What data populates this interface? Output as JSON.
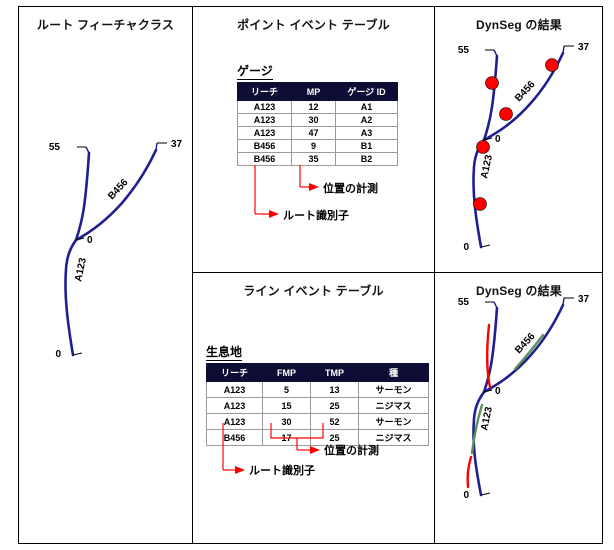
{
  "panels": {
    "route_feature_class": {
      "title": "ルート フィーチャクラス"
    },
    "point_event_table": {
      "title": "ポイント イベント テーブル"
    },
    "line_event_table": {
      "title": "ライン イベント テーブル"
    },
    "dynseg_point": {
      "title": "DynSeg の結果"
    },
    "dynseg_line": {
      "title": "DynSeg の結果"
    }
  },
  "point_table": {
    "caption": "ゲージ",
    "columns": [
      "リーチ",
      "MP",
      "ゲージ ID"
    ],
    "rows": [
      [
        "A123",
        "12",
        "A1"
      ],
      [
        "A123",
        "30",
        "A2"
      ],
      [
        "A123",
        "47",
        "A3"
      ],
      [
        "B456",
        "9",
        "B1"
      ],
      [
        "B456",
        "35",
        "B2"
      ]
    ],
    "annotations": {
      "route_identifier": "ルート識別子",
      "measure_location": "位置の計測"
    }
  },
  "line_table": {
    "caption": "生息地",
    "columns": [
      "リーチ",
      "FMP",
      "TMP",
      "種"
    ],
    "rows": [
      [
        "A123",
        "5",
        "13",
        "サーモン"
      ],
      [
        "A123",
        "15",
        "25",
        "ニジマス"
      ],
      [
        "A123",
        "30",
        "52",
        "サーモン"
      ],
      [
        "B456",
        "17",
        "25",
        "ニジマス"
      ]
    ],
    "annotations": {
      "route_identifier": "ルート識別子",
      "measure_location": "位置の計測"
    }
  },
  "map_labels": {
    "route_a": "A123",
    "route_b": "B456",
    "measure_55": "55",
    "measure_37": "37",
    "measure_0_junction": "0",
    "measure_0_end": "0"
  },
  "colors": {
    "route_line": "#1f1f8f",
    "event_point": "#ff0000",
    "event_line_red": "#ff0000",
    "event_line_green": "#5e8f5e",
    "table_header_bg": "#0d0d35",
    "annotation": "#ff0000",
    "frame": "#000000"
  }
}
